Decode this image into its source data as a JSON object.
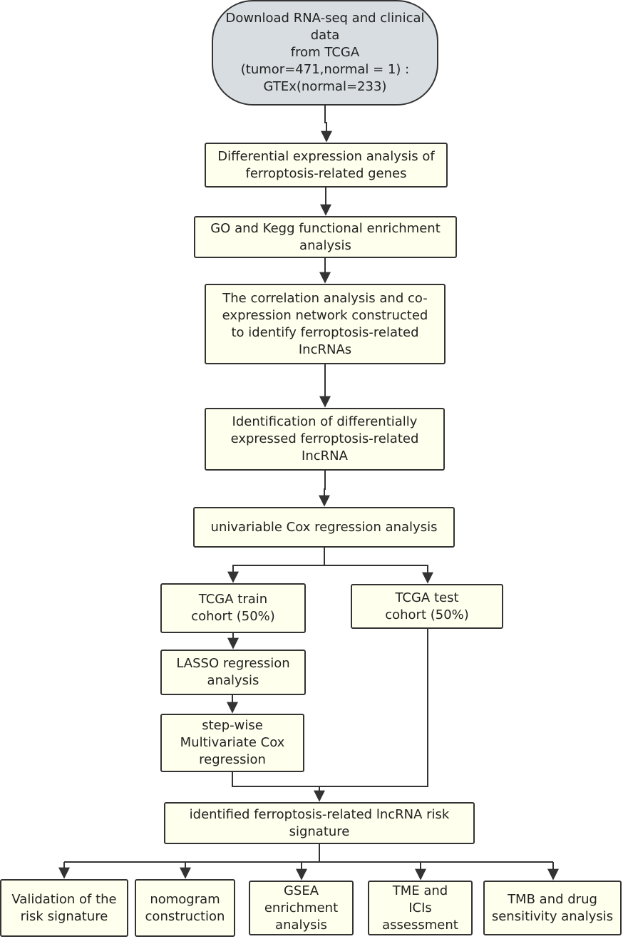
{
  "nodes": {
    "start": "Download RNA-seq and clinical\ndata\nfrom TCGA\n(tumor=471,normal = 1) :\nGTEx(normal=233)",
    "diff_expr": "Differential expression analysis of\nferroptosis-related genes",
    "go_kegg": "GO and Kegg functional enrichment\nanalysis",
    "correlation": "The correlation analysis and co-\nexpression network constructed\nto identify ferroptosis-related\nIncRNAs",
    "identification": "Identification of differentially\nexpressed ferroptosis-related\nIncRNA",
    "univariable": "univariable Cox regression analysis",
    "train": "TCGA train\ncohort (50%)",
    "test": "TCGA test\ncohort (50%)",
    "lasso": "LASSO regression\nanalysis",
    "stepwise": "step-wise\nMultivariate Cox\nregression",
    "signature": "identified ferroptosis-related lncRNA risk\nsignature",
    "validation": "Validation of the\nrisk signature",
    "nomogram": "nomogram\nconstruction",
    "gsea": "GSEA\nenrichment\nanalysis",
    "tme": "TME and\nICIs\nassessment",
    "tmb": "TMB and drug\nsensitivity analysis"
  }
}
